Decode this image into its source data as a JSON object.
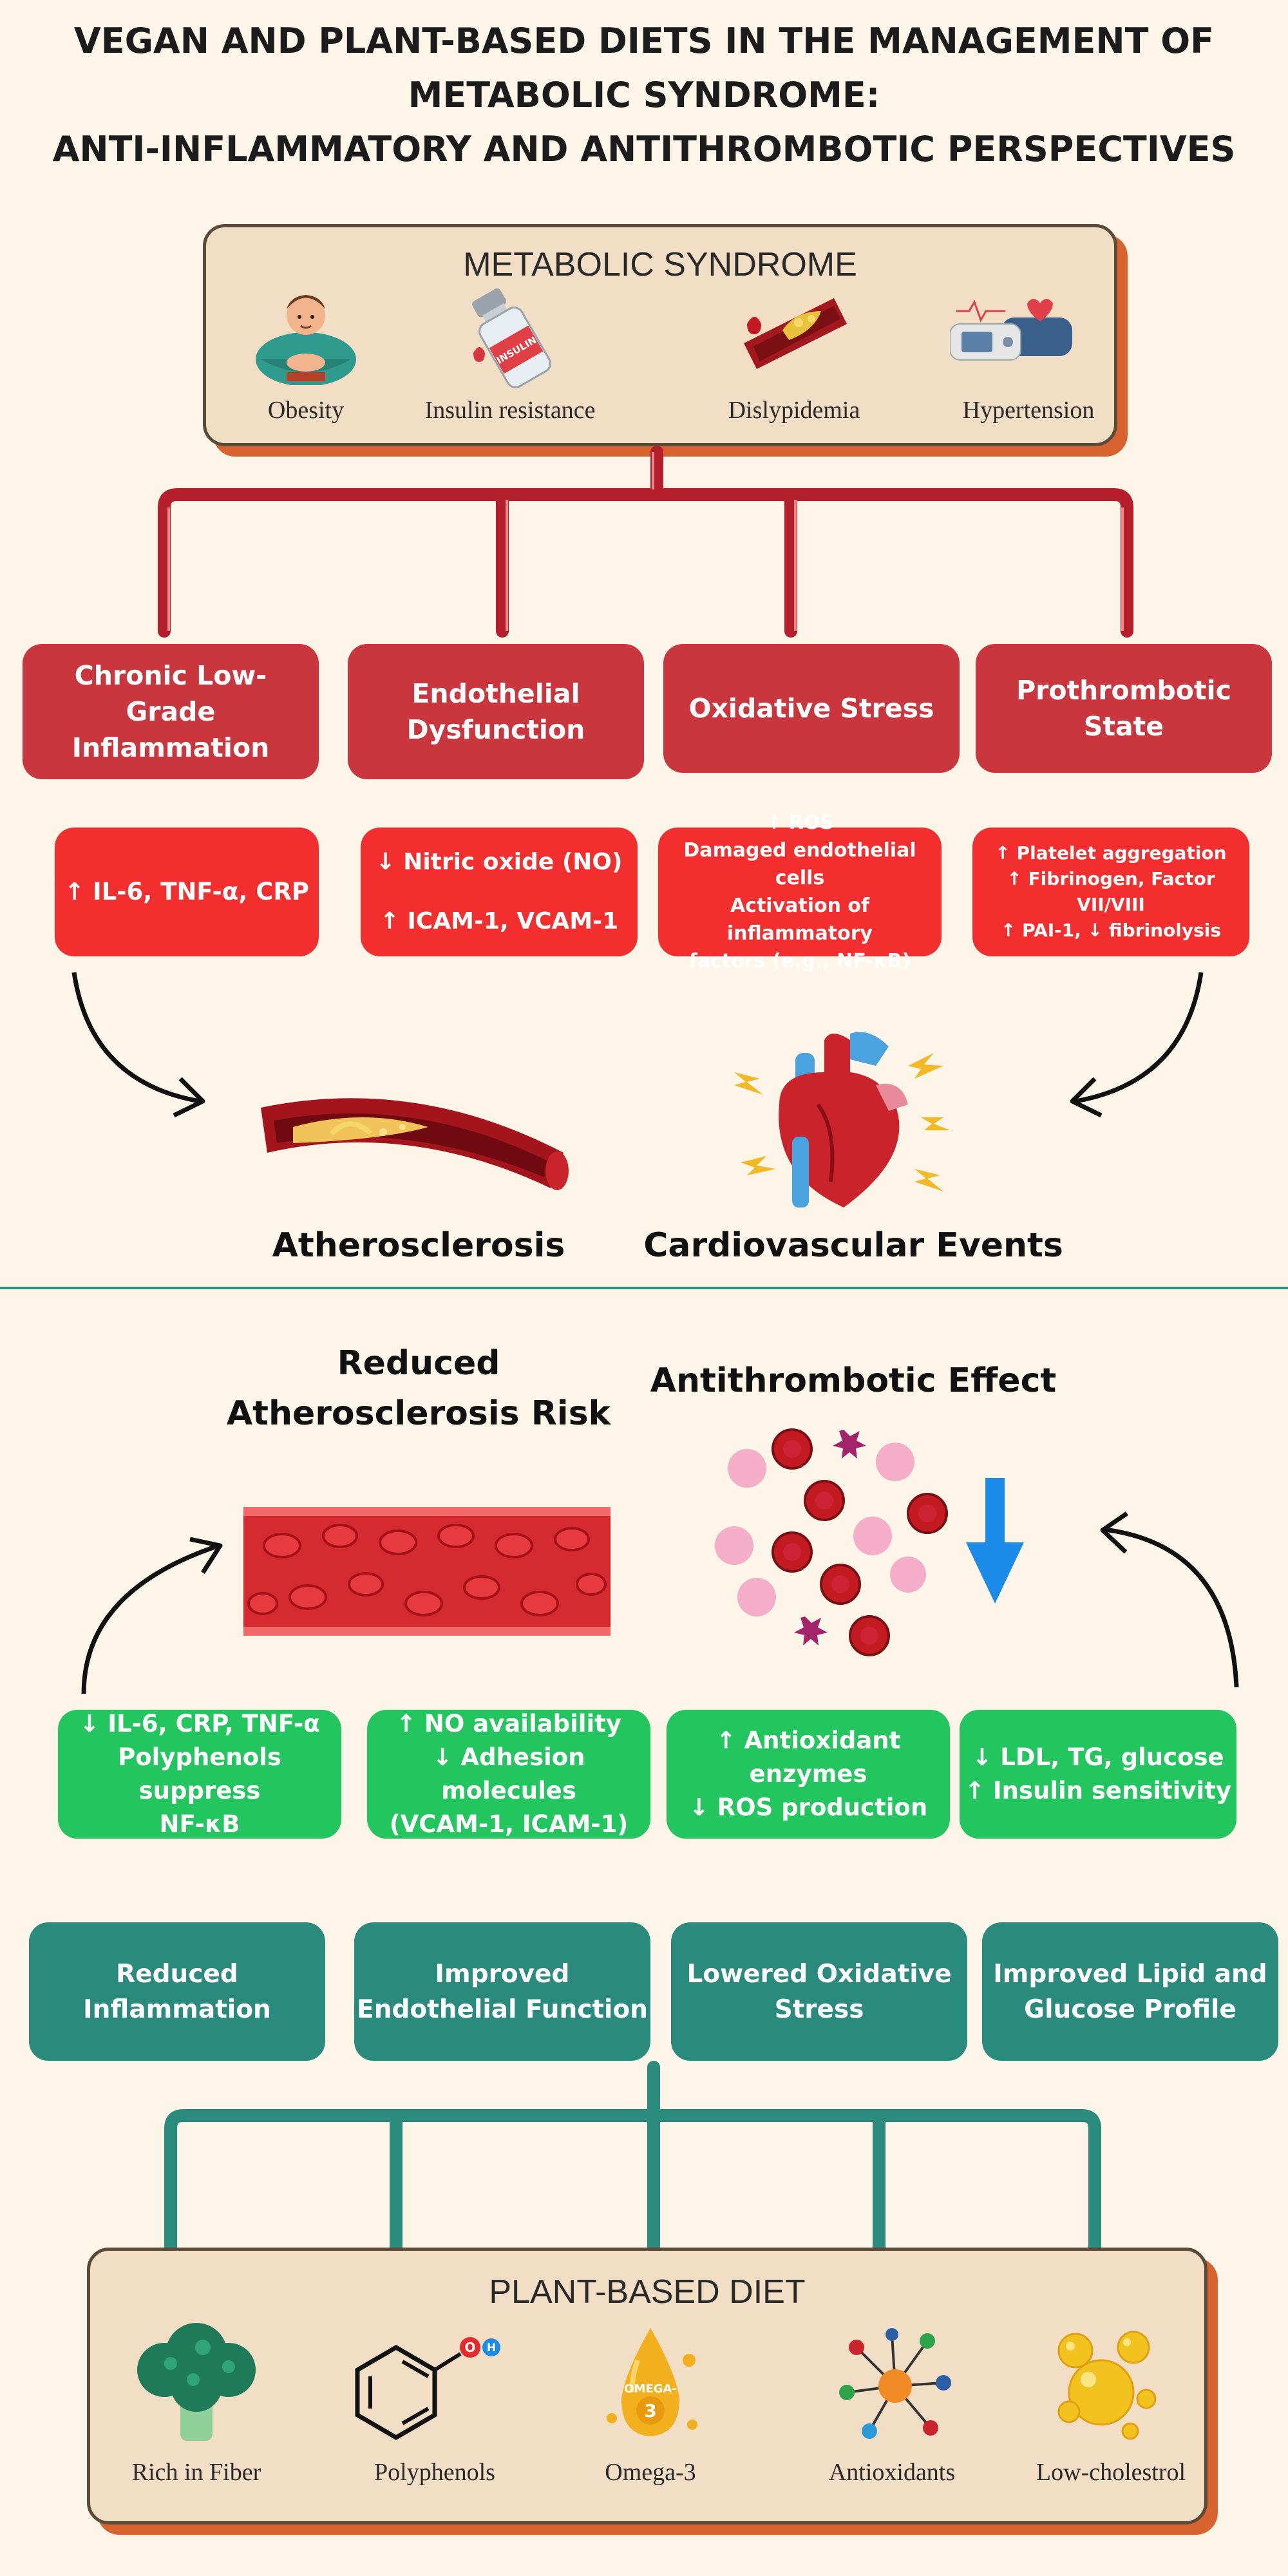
{
  "title": {
    "line1": "VEGAN AND PLANT-BASED DIETS IN THE MANAGEMENT OF",
    "line2": "METABOLIC SYNDROME:",
    "line3": "ANTI-INFLAMMATORY AND ANTITHROMBOTIC PERSPECTIVES"
  },
  "metabolic_syndrome": {
    "heading": "METABOLIC SYNDROME",
    "items": [
      {
        "label": "Obesity",
        "icon": "obese-person-icon"
      },
      {
        "label": "Insulin resistance",
        "icon": "insulin-vial-icon",
        "icon_text": "INSULIN"
      },
      {
        "label": "Dislypidemia",
        "icon": "blocked-artery-icon"
      },
      {
        "label": "Hypertension",
        "icon": "blood-pressure-monitor-icon"
      }
    ]
  },
  "conditions": [
    {
      "label": "Chronic Low-Grade Inflammation"
    },
    {
      "label": "Endothelial Dysfunction"
    },
    {
      "label": "Oxidative Stress"
    },
    {
      "label": "Prothrombotic State"
    }
  ],
  "mechanisms": [
    {
      "lines": [
        "↑ IL-6, TNF-α, CRP"
      ]
    },
    {
      "lines": [
        "↓ Nitric oxide (NO)",
        "↑ ICAM-1, VCAM-1"
      ]
    },
    {
      "lines": [
        "↑ ROS",
        "Damaged endothelial cells",
        "Activation of inflammatory",
        "factors (e.g., NF-κB)"
      ]
    },
    {
      "lines": [
        "↑ Platelet aggregation",
        "↑ Fibrinogen, Factor VII/VIII",
        "↑ PAI-1, ↓ fibrinolysis"
      ]
    }
  ],
  "risk_outcomes": {
    "atherosclerosis": "Atherosclerosis",
    "cardiovascular": "Cardiovascular Events"
  },
  "benefit_outcomes": {
    "reduced_risk_line1": "Reduced",
    "reduced_risk_line2": "Atherosclerosis Risk",
    "antithrombotic": "Antithrombotic Effect"
  },
  "benefits": [
    {
      "lines": [
        "↓ IL-6, CRP, TNF-α",
        "Polyphenols suppress",
        "NF-κB"
      ]
    },
    {
      "lines": [
        "↑ NO availability",
        "↓ Adhesion molecules",
        "(VCAM-1, ICAM-1)"
      ]
    },
    {
      "lines": [
        "↑ Antioxidant enzymes",
        "↓ ROS production"
      ]
    },
    {
      "lines": [
        "↓ LDL, TG, glucose",
        "↑ Insulin sensitivity"
      ]
    }
  ],
  "improvements": [
    {
      "line1": "Reduced",
      "line2": "Inflammation"
    },
    {
      "line1": "Improved",
      "line2": "Endothelial Function"
    },
    {
      "line1": "Lowered Oxidative",
      "line2": "Stress"
    },
    {
      "line1": "Improved Lipid and",
      "line2": "Glucose Profile"
    }
  ],
  "plant_based_diet": {
    "heading": "PLANT-BASED DIET",
    "items": [
      {
        "label": "Rich in Fiber",
        "icon": "broccoli-icon"
      },
      {
        "label": "Polyphenols",
        "icon": "phenol-molecule-icon"
      },
      {
        "label": "Omega-3",
        "icon": "omega3-drop-icon",
        "icon_text1": "OMEGA-",
        "icon_text2": "3"
      },
      {
        "label": "Antioxidants",
        "icon": "antioxidant-molecule-icon"
      },
      {
        "label": "Low-cholestrol",
        "icon": "lipid-droplets-icon"
      }
    ],
    "phenol_o": "O",
    "phenol_h": "H"
  },
  "colors": {
    "background": "#fdf5e8",
    "condition_red": "#c9363d",
    "mechanism_red": "#f22e2e",
    "benefit_green": "#22c55e",
    "outcome_teal": "#2a8a7d",
    "connector_red": "#b51f2b",
    "connector_teal": "#2a8a7d",
    "panel_shadow": "#d9632f"
  }
}
